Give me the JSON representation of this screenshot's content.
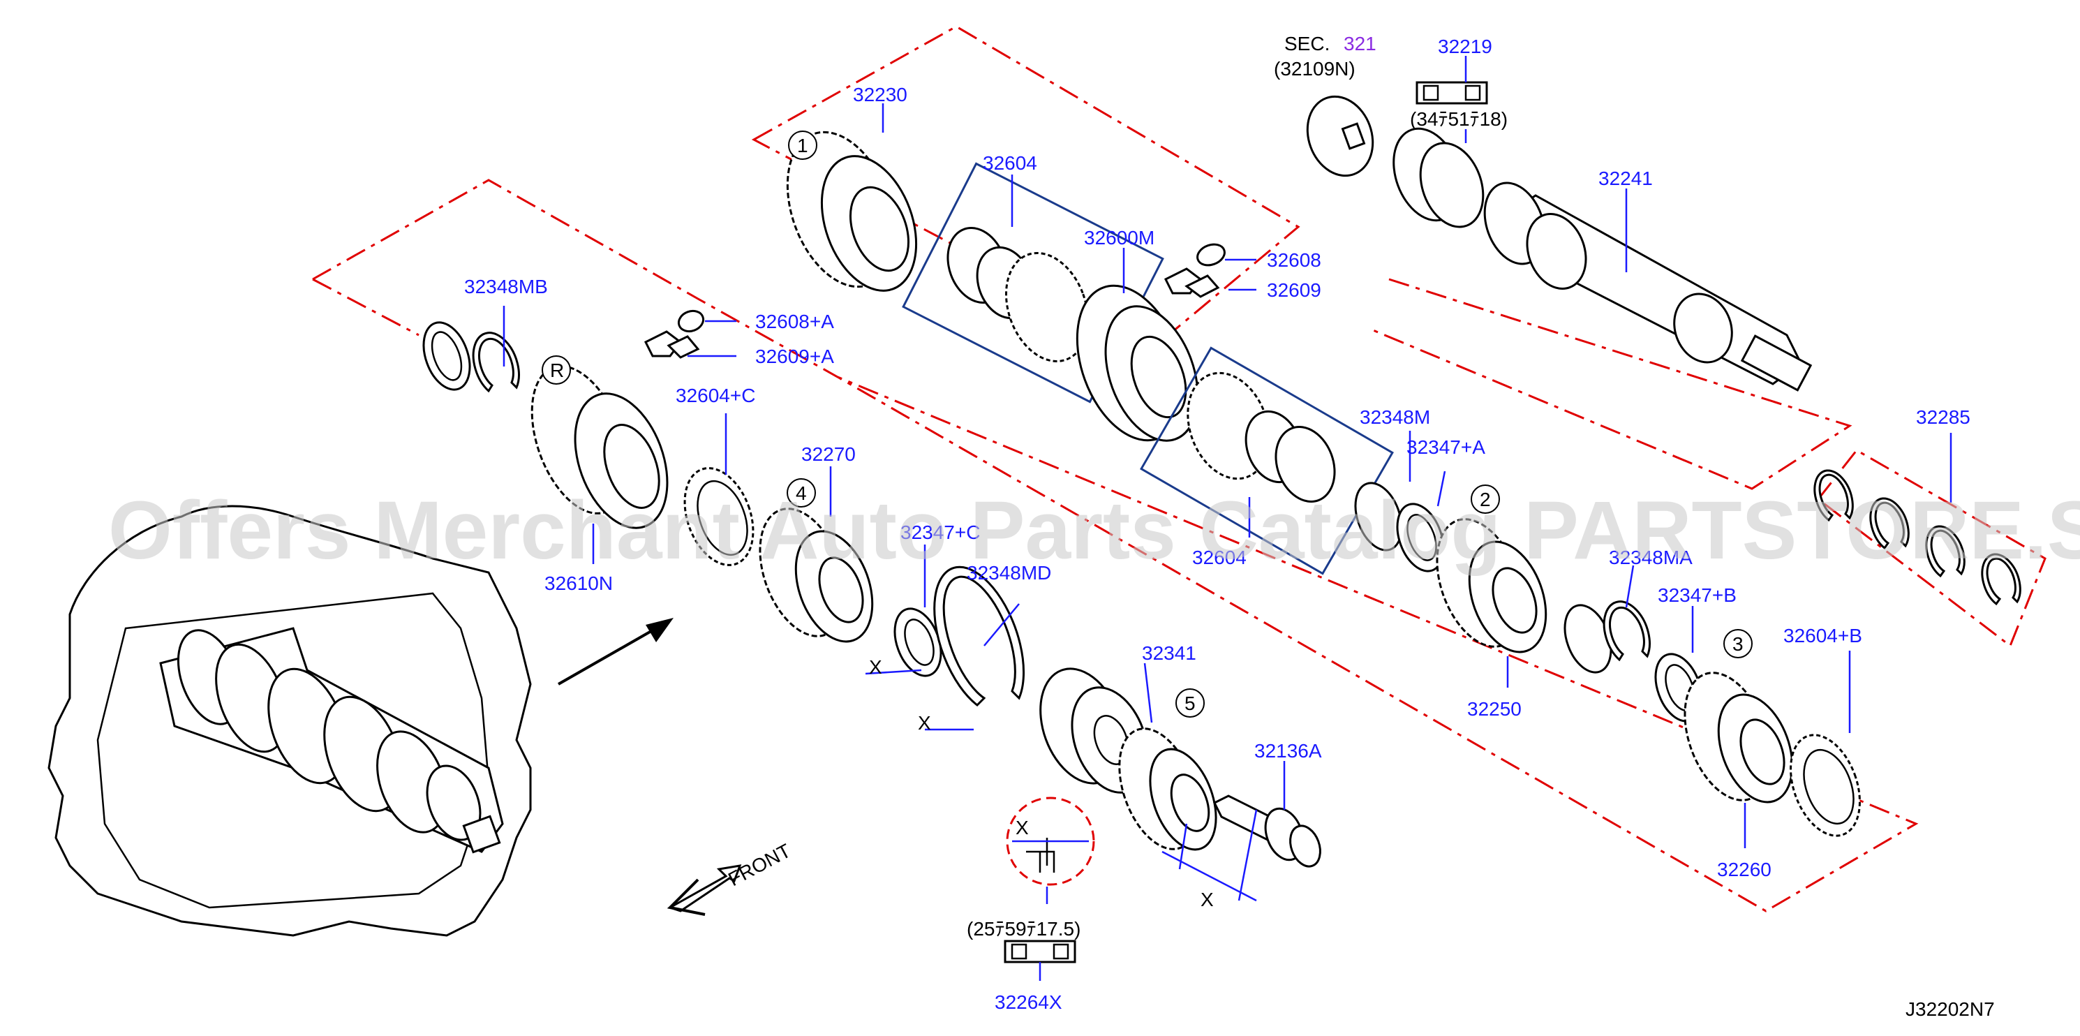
{
  "watermark": "Offers Merchant Auto Parts Catalog PARTSTORE.SA",
  "diagram_code": "J32202N7",
  "front_label": "FRONT",
  "section_ref": {
    "prefix": "SEC.",
    "number": "321",
    "sub": "(32109N)"
  },
  "bearing_sizes": {
    "b32219": "(34ﾃ51ﾃ18)",
    "b32264X": "(25ﾃ59ﾃ17.5)"
  },
  "x_marks": [
    "X",
    "X",
    "X",
    "X"
  ],
  "callouts": [
    "1",
    "2",
    "3",
    "4",
    "5",
    "R"
  ],
  "labels": {
    "p32230": "32230",
    "p32604": "32604",
    "p32600M": "32600M",
    "p32608": "32608",
    "p32609": "32609",
    "p32219": "32219",
    "p32241": "32241",
    "p32348MB": "32348MB",
    "p32608A": "32608+A",
    "p32609A": "32609+A",
    "p32604C": "32604+C",
    "p32270": "32270",
    "p32610N": "32610N",
    "p32347C": "32347+C",
    "p32348MD": "32348MD",
    "p32341": "32341",
    "p32136A": "32136A",
    "p32264X": "32264X",
    "p32348M": "32348M",
    "p32347A": "32347+A",
    "p32604b": "32604",
    "p32285": "32285",
    "p32348MA": "32348MA",
    "p32347B": "32347+B",
    "p32250": "32250",
    "p32604B": "32604+B",
    "p32260": "32260"
  }
}
